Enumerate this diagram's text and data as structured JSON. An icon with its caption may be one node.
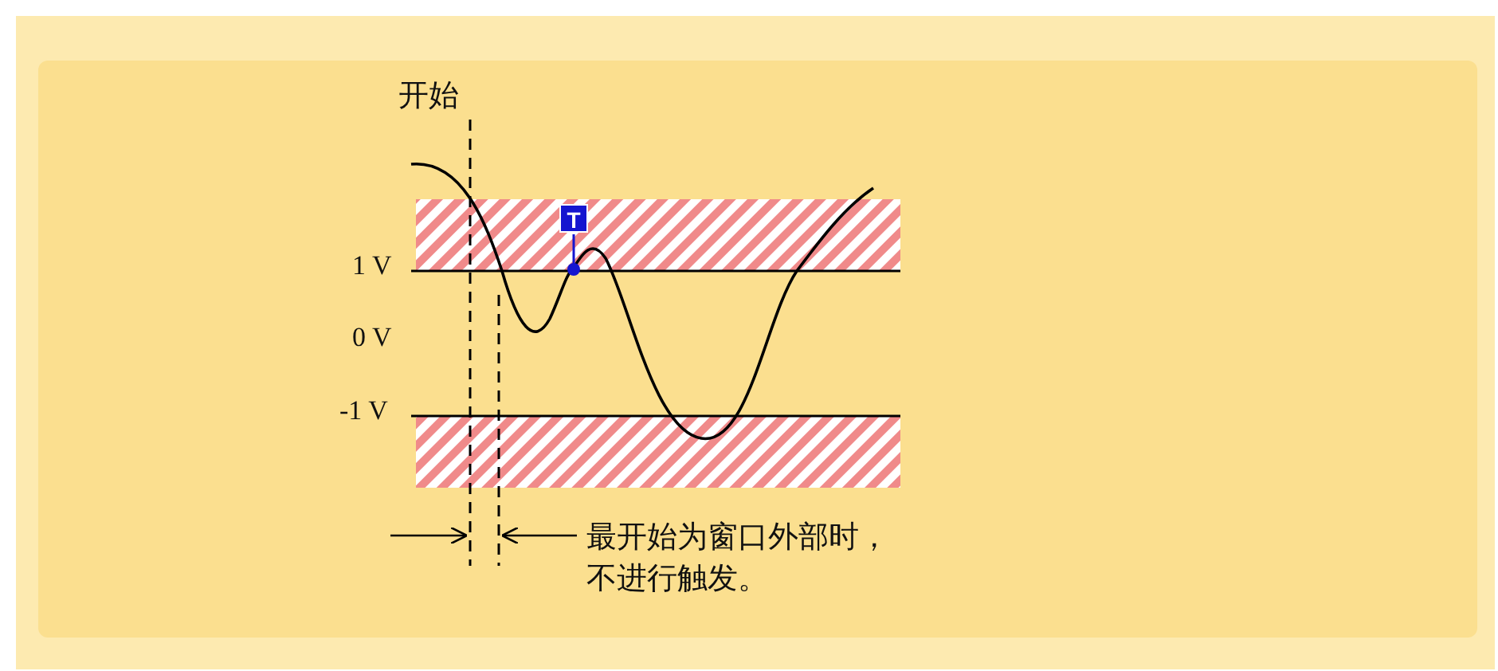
{
  "diagram": {
    "labels": [
      "开始",
      "1 V",
      "0 V",
      "-1 V",
      "T",
      "最开始为窗口外部时，不进行触发。"
    ]
  }
}
